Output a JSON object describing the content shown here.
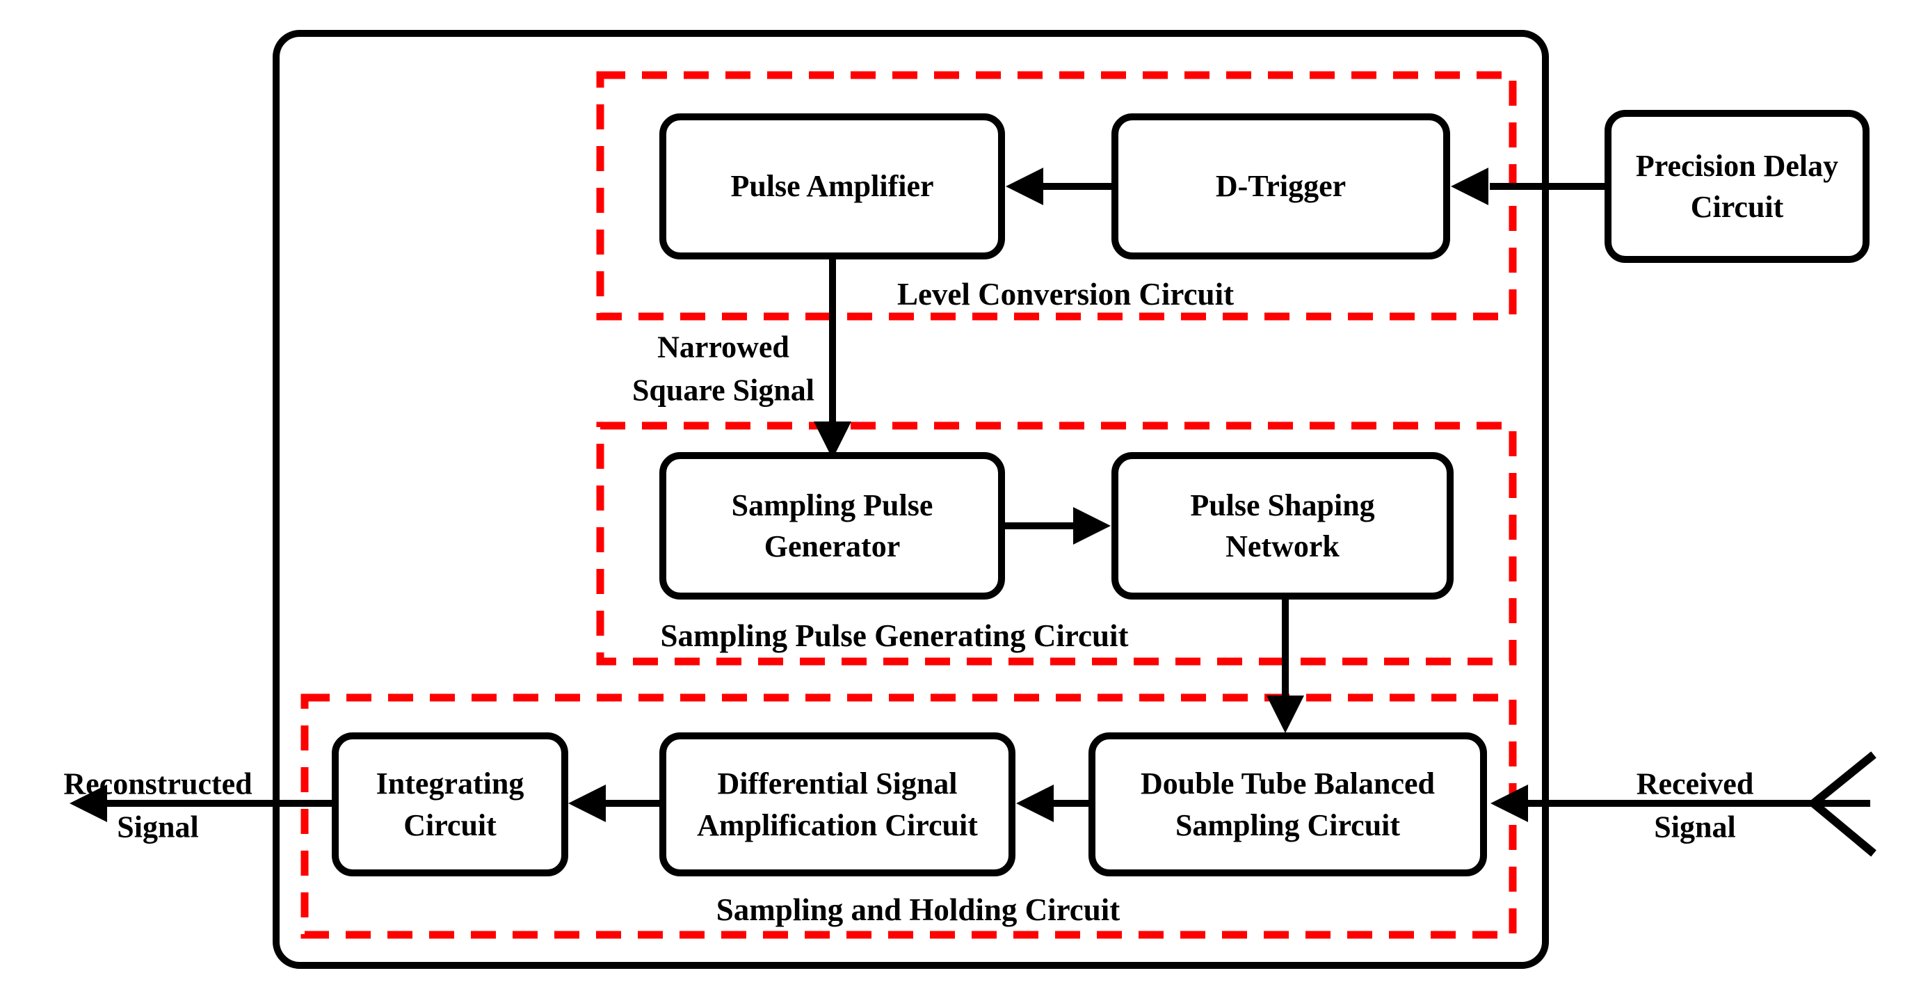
{
  "diagram": {
    "type": "block-diagram",
    "colors": {
      "group_outline": "#ff0000",
      "line": "#000000",
      "node_background": "#ffffff",
      "node_border": "#000000",
      "page_background": "#ffffff"
    },
    "nodes": {
      "pulse_amplifier": {
        "label": "Pulse Amplifier"
      },
      "d_trigger": {
        "label": "D-Trigger"
      },
      "precision_delay_circuit": {
        "label": "Precision Delay Circuit"
      },
      "sampling_pulse_generator": {
        "label": "Sampling Pulse Generator"
      },
      "pulse_shaping_network": {
        "label": "Pulse Shaping Network"
      },
      "integrating_circuit": {
        "label": "Integrating Circuit"
      },
      "differential_signal_amplification_circuit": {
        "label": "Differential Signal Amplification Circuit"
      },
      "double_tube_balanced_sampling_circuit": {
        "label": "Double Tube Balanced Sampling Circuit"
      }
    },
    "groups": {
      "level_conversion_circuit": {
        "label": "Level Conversion Circuit"
      },
      "sampling_pulse_generating_circuit": {
        "label": "Sampling Pulse Generating Circuit"
      },
      "sampling_and_holding_circuit": {
        "label": "Sampling and Holding Circuit"
      }
    },
    "signals": {
      "narrowed_square_signal": {
        "line1": "Narrowed",
        "line2": "Square Signal"
      },
      "reconstructed_signal": {
        "line1": "Reconstructed",
        "line2": "Signal"
      },
      "received_signal": {
        "line1": "Received",
        "line2": "Signal"
      }
    },
    "icons": {
      "received_input": "antenna-fork-icon"
    }
  }
}
